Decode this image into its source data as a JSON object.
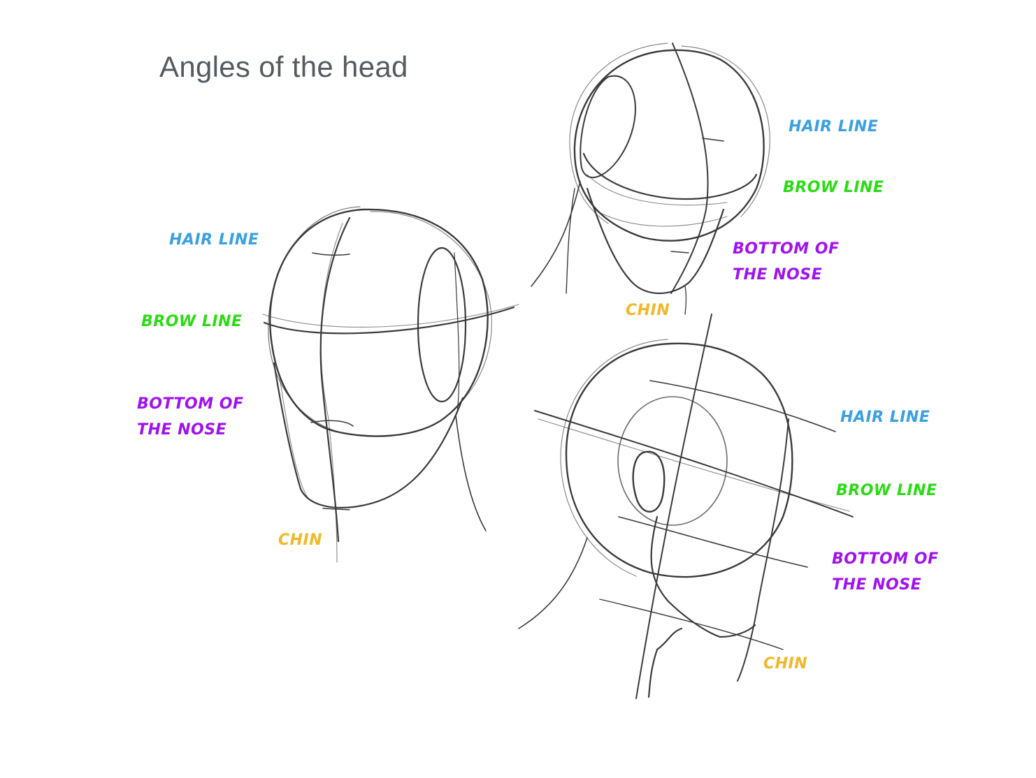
{
  "title": "Angles of the head",
  "colors": {
    "hairline": "#3aa0e0",
    "browline": "#2bdc14",
    "nose": "#a012f0",
    "chin": "#f0b82a",
    "title": "#555a61",
    "pencil": "#3a3a3a"
  },
  "figures": [
    {
      "name": "three-quarter-view",
      "labels": {
        "hairline": "HAIR LINE",
        "browline": "BROW LINE",
        "nose_1": "BOTTOM OF",
        "nose_2": "THE NOSE",
        "chin": "CHIN"
      }
    },
    {
      "name": "top-view",
      "labels": {
        "hairline": "HAIR LINE",
        "browline": "BROW LINE",
        "nose_1": "BOTTOM OF",
        "nose_2": "THE NOSE",
        "chin": "CHIN"
      }
    },
    {
      "name": "low-angle-view",
      "labels": {
        "hairline": "HAIR LINE",
        "browline": "BROW LINE",
        "nose_1": "BOTTOM OF",
        "nose_2": "THE NOSE",
        "chin": "CHIN"
      }
    }
  ]
}
